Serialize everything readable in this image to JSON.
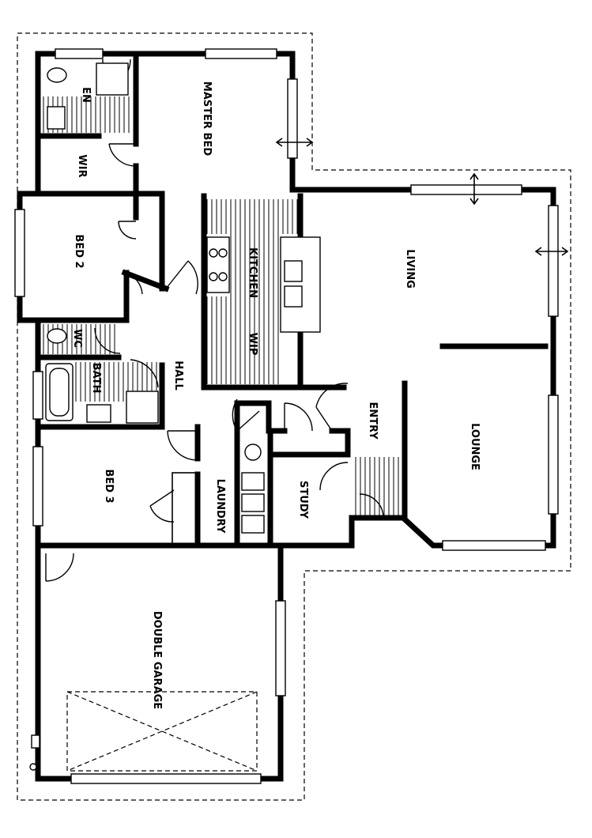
{
  "plan": {
    "rooms": {
      "master_bed": "MASTER BED",
      "en": "EN",
      "wir": "WIR",
      "bed2": "BED 2",
      "wc": "WC",
      "bath": "BATH",
      "hall": "HALL",
      "kitchen": "KITCHEN",
      "wip": "WIP",
      "living": "LIVING",
      "entry": "ENTRY",
      "lounge": "LOUNGE",
      "bed3": "BED 3",
      "laundry": "LAUNDRY",
      "study": "STUDY",
      "double_garage": "DOUBLE GARAGE"
    }
  }
}
